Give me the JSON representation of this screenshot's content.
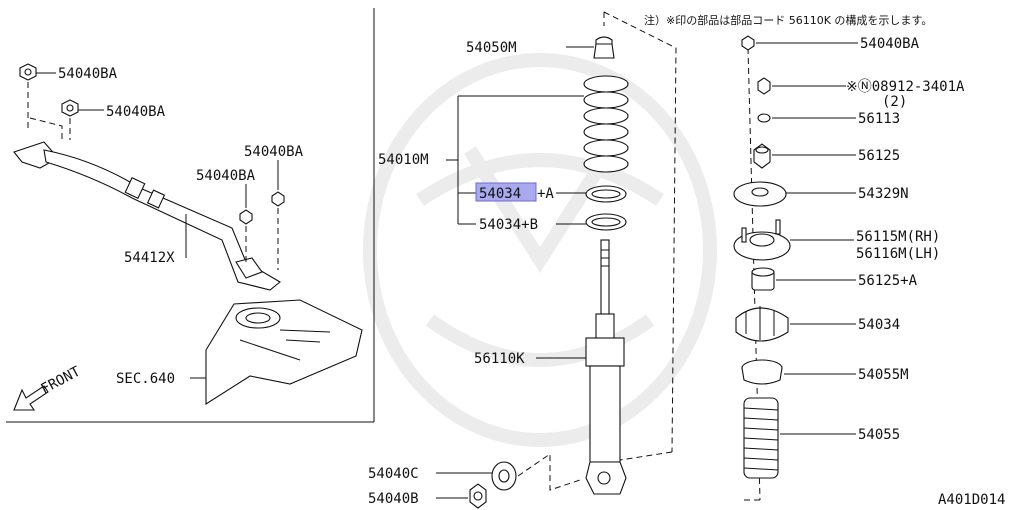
{
  "note": "注）※印の部品は部品コード 56110K の構成を示します。",
  "diagram_id": "A401D014",
  "front_label": "FRONT",
  "left_panel": {
    "labels": {
      "nut_a": "54040BA",
      "nut_b": "54040BA",
      "nut_c": "54040BA",
      "nut_d": "54040BA",
      "bar": "54412X",
      "section": "SEC.640"
    }
  },
  "middle": {
    "labels": {
      "bump": "54050M",
      "spring_assy": "54010M",
      "seat_a": "54034+A",
      "seat_a_code": "54034",
      "seat_a_suffix": "+A",
      "seat_b": "54034+B",
      "strut": "56110K",
      "bolt_c": "54040C",
      "bolt_b": "54040B"
    }
  },
  "right": {
    "labels": {
      "top_nut": "54040BA",
      "nut_special": "※Ⓝ08912-3401A",
      "nut_special_qty": "(2)",
      "washer": "56113",
      "bushing_nut": "56125",
      "plate": "54329N",
      "mount_rh": "56115M(RH)",
      "mount_lh": "56116M(LH)",
      "bushing_a": "56125+A",
      "seat": "54034",
      "cup": "54055M",
      "boot": "54055"
    }
  }
}
